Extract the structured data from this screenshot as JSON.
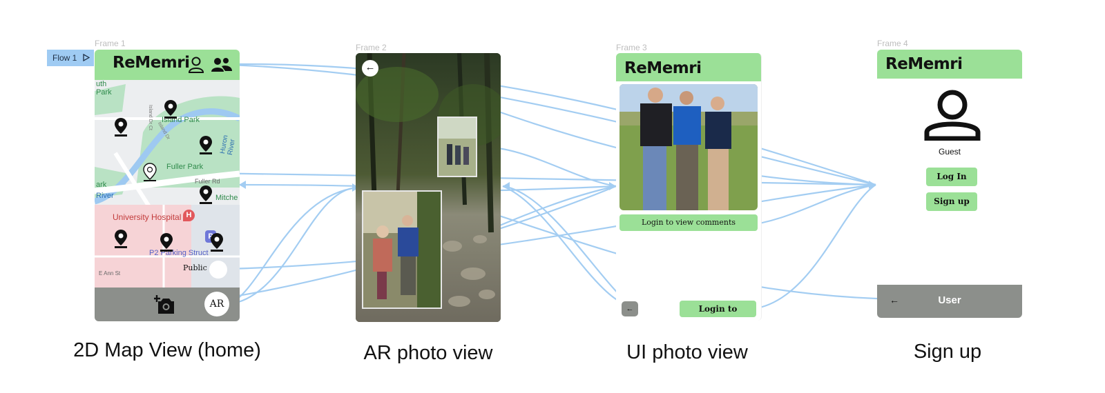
{
  "flow": {
    "label": "Flow 1"
  },
  "frames": [
    {
      "id": "frame1",
      "label": "Frame 1",
      "caption": "2D Map View (home)"
    },
    {
      "id": "frame2",
      "label": "Frame 2",
      "caption": "AR photo view"
    },
    {
      "id": "frame3",
      "label": "Frame 3",
      "caption": "UI photo view"
    },
    {
      "id": "frame4",
      "label": "Frame 4",
      "caption": "Sign up"
    }
  ],
  "app": {
    "title": "ReMemri"
  },
  "map": {
    "labels": {
      "uth": "uth",
      "park": "Park",
      "island_park": "Island Park",
      "fuller_park": "Fuller Park",
      "fuller_rd": "Fuller Rd",
      "ark": "ark",
      "river": "River",
      "mitche": "Mitche",
      "huron_river": "Huron River",
      "university_hospital": "University Hospital",
      "hospital_marker": "H",
      "parking_marker": "P",
      "parking_structure": "P2 Parking Struct",
      "e_ann_st": "E Ann St",
      "island_dr_ct": "Island Dr Ct",
      "island_dr": "Island Dr"
    },
    "public_label": "Public",
    "ar_button": "AR"
  },
  "ar_view": {
    "back_arrow": "←"
  },
  "photo_view": {
    "login_to_view_comments": "Login to view comments",
    "login_to_comment": "Login to comment"
  },
  "signup": {
    "guest_label": "Guest",
    "login_button": "Log In",
    "signup_button": "Sign up",
    "user_button": "User"
  },
  "colors": {
    "app_green": "#9be097",
    "flow_blue": "#9fcbf3",
    "bar_gray": "#8c8f8b",
    "map_park": "#b7e0c2",
    "map_water": "#9ec9f1",
    "map_hospital": "#f4cfd2"
  },
  "icons": {
    "user": "user-icon",
    "group": "group-icon",
    "pin": "map-pin-icon",
    "camera": "camera-add-icon",
    "play": "play-icon",
    "back": "back-arrow-icon"
  }
}
